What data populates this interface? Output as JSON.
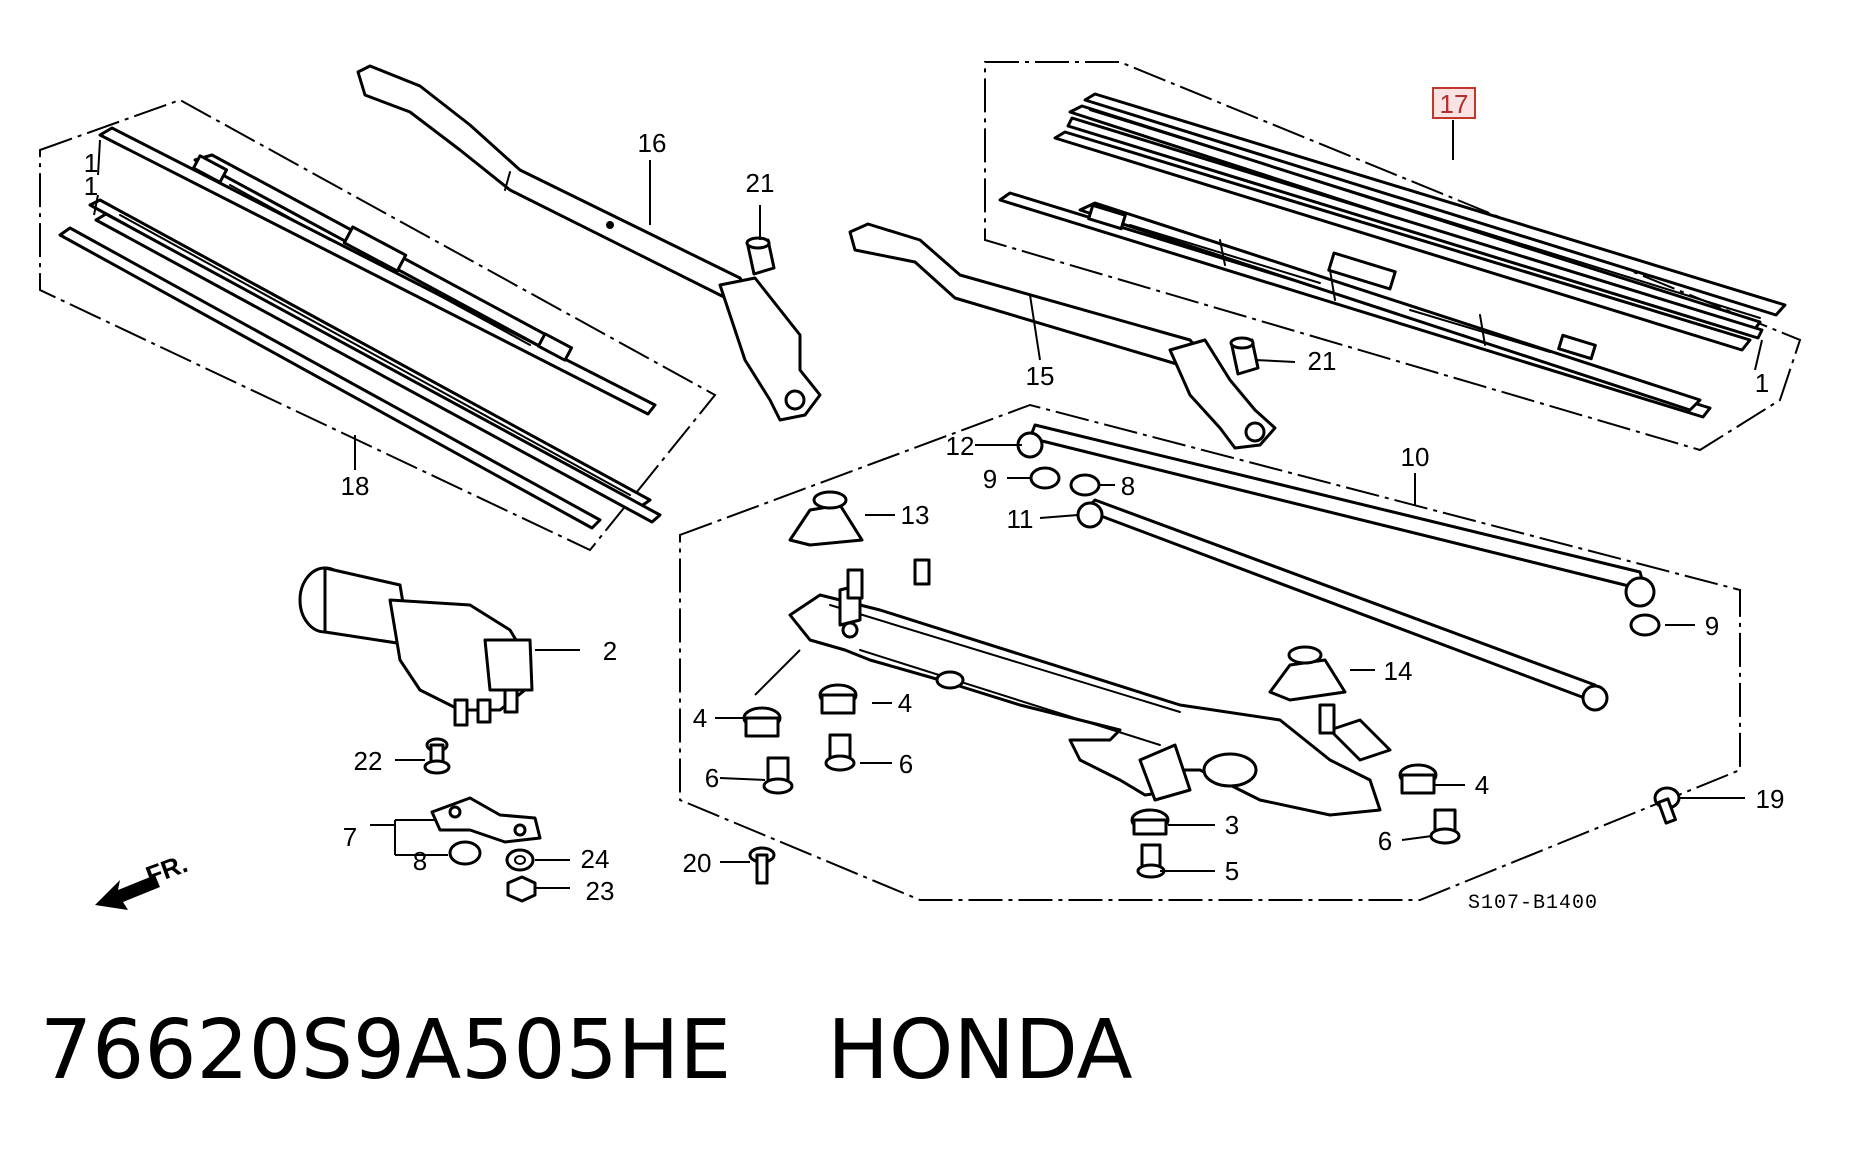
{
  "diagram_code": "S107-B1400",
  "direction_label": "FR.",
  "footer": {
    "part_number": "76620S9A505HE",
    "brand": "HONDA"
  },
  "highlight": {
    "part_ref": "17",
    "color": "#c0392b"
  },
  "callouts": {
    "c1a": "1",
    "c1b": "1",
    "c1c": "1",
    "c2": "2",
    "c3": "3",
    "c4a": "4",
    "c4b": "4",
    "c4c": "4",
    "c5": "5",
    "c6a": "6",
    "c6b": "6",
    "c6c": "6",
    "c7": "7",
    "c8a": "8",
    "c8b": "8",
    "c9a": "9",
    "c9b": "9",
    "c10": "10",
    "c11": "11",
    "c12": "12",
    "c13": "13",
    "c14": "14",
    "c15": "15",
    "c16": "16",
    "c17": "17",
    "c18": "18",
    "c19": "19",
    "c20": "20",
    "c21a": "21",
    "c21b": "21",
    "c22": "22",
    "c23": "23",
    "c24": "24"
  }
}
